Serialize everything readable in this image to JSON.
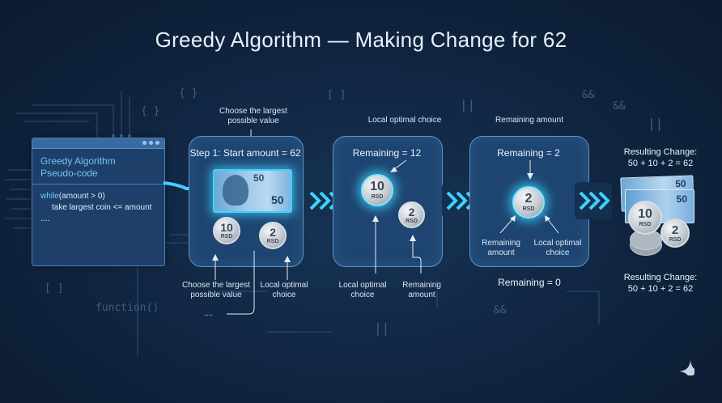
{
  "title": "Greedy Algorithm — Making Change for 62",
  "decorations": {
    "braces_1": "{ }",
    "braces_2": "{ }",
    "brackets_1": "[ ]",
    "brackets_2": "[ ]",
    "amp_1": "&&",
    "amp_2": "&&",
    "amp_3": "&&",
    "pipes_1": "||",
    "pipes_2": "||",
    "pipes_3": "||",
    "function_label": "function()"
  },
  "code_window": {
    "title_line1": "Greedy Algorithm",
    "title_line2": "Pseudo-code",
    "line1_keyword": "while",
    "line1_rest": "(amount > 0)",
    "line2": "take largest coin <= amount",
    "line3": "...."
  },
  "step1": {
    "top_annotation_line1": "Choose the largest",
    "top_annotation_line2": "possible value",
    "label": "Step 1: Start amount = 62",
    "banknote_value": "50",
    "coin_10_value": "10",
    "coin_2_value": "2",
    "currency": "RSD",
    "bottom_left_line1": "Choose the largest",
    "bottom_left_line2": "possible value",
    "bottom_right_line1": "Local optimal",
    "bottom_right_line2": "choice",
    "dots": "...."
  },
  "step2": {
    "top_annotation": "Local optimal choice",
    "label": "Remaining = 12",
    "coin_10_value": "10",
    "coin_2_value": "2",
    "currency": "RSD",
    "bottom_left_line1": "Local optimal",
    "bottom_left_line2": "choice",
    "bottom_right_line1": "Remaining",
    "bottom_right_line2": "amount"
  },
  "step3": {
    "top_annotation": "Remaining amount",
    "label": "Remaining = 2",
    "coin_2_value": "2",
    "currency": "RSD",
    "inner_left_line1": "Remaining",
    "inner_left_line2": "amount",
    "inner_right_line1": "Local optimal",
    "inner_right_line2": "choice",
    "below_label": "Remaining = 0"
  },
  "result": {
    "top_line1": "Resulting Change:",
    "top_line2": "50 + 10 + 2 = 62",
    "bottom_line1": "Resulting Change:",
    "bottom_line2": "50 + 10 + 2 = 62",
    "banknote_value": "50",
    "coin_10_value": "10",
    "coin_2_value": "2",
    "currency": "RSD"
  },
  "colors": {
    "background": "#10243f",
    "panel": "#1e4571",
    "accent_cyan": "#3ed2ff",
    "text": "#dfe9f5"
  }
}
